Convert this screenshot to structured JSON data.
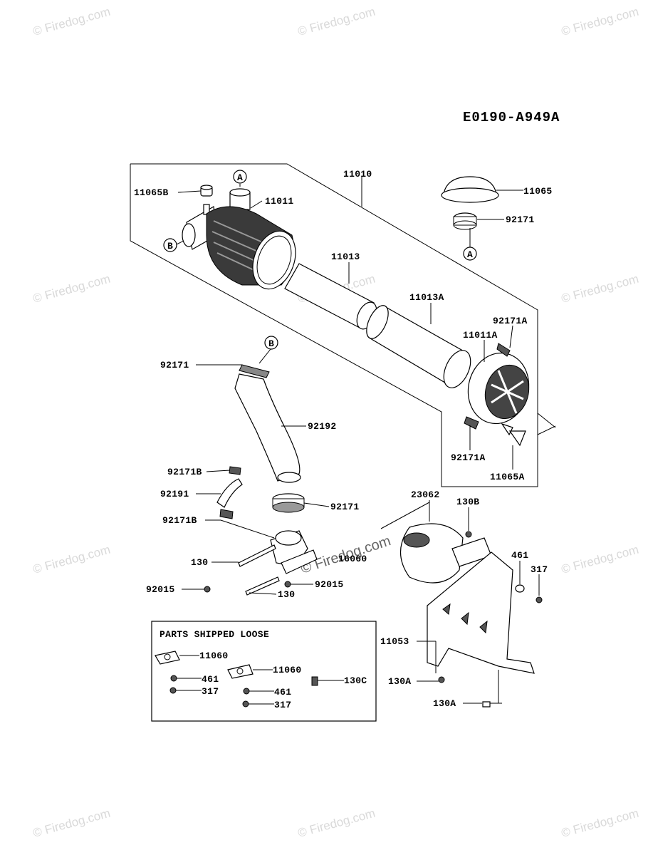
{
  "diagram_code": "E0190-A949A",
  "watermark": "© Firedog.com",
  "ref_marks": {
    "a": "A",
    "b": "B"
  },
  "labels": {
    "p11010": "11010",
    "p11011": "11011",
    "p11065B": "11065B",
    "p11065": "11065",
    "p92171_top": "92171",
    "p11013": "11013",
    "p11013A": "11013A",
    "p92171A_top": "92171A",
    "p11011A": "11011A",
    "p92171A_bottom": "92171A",
    "p11065A": "11065A",
    "p92171_hose": "92171",
    "p92192": "92192",
    "p92171B_top": "92171B",
    "p92191": "92191",
    "p92171_clamp": "92171",
    "p92171B_bottom": "92171B",
    "p130_left": "130",
    "p16060": "16060",
    "p92015_left": "92015",
    "p92015_right": "92015",
    "p130_bottom": "130",
    "p23062": "23062",
    "p130B": "130B",
    "p461": "461",
    "p317": "317",
    "p11053": "11053",
    "p130A_1": "130A",
    "p130A_2": "130A"
  },
  "loose_parts": {
    "title": "PARTS SHIPPED LOOSE",
    "items": [
      "11060",
      "461",
      "317",
      "11060",
      "461",
      "317",
      "130C"
    ]
  }
}
